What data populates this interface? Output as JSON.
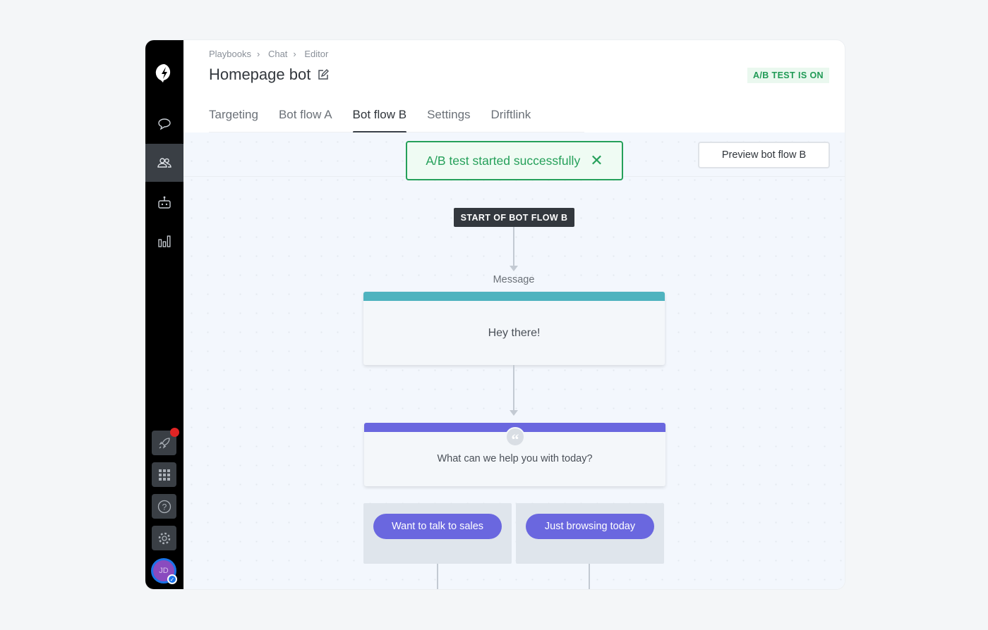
{
  "breadcrumb": [
    "Playbooks",
    "Chat",
    "Editor"
  ],
  "title": "Homepage bot",
  "ab_badge": "A/B TEST IS ON",
  "tabs": [
    "Targeting",
    "Bot flow A",
    "Bot flow B",
    "Settings",
    "Driftlink"
  ],
  "active_tab": "Bot flow B",
  "toast": "A/B test started successfully",
  "preview_button": "Preview bot flow B",
  "start_label": "START OF BOT FLOW B",
  "message_label": "Message",
  "message_text": "Hey there!",
  "question_text": "What can we help you with today?",
  "options": [
    "Want to talk to sales",
    "Just browsing today"
  ],
  "avatar_initials": "JD",
  "colors": {
    "accent": "#6a67df",
    "success": "#25a05a",
    "message_bar": "#4fb3bf",
    "notification": "#e02424"
  }
}
